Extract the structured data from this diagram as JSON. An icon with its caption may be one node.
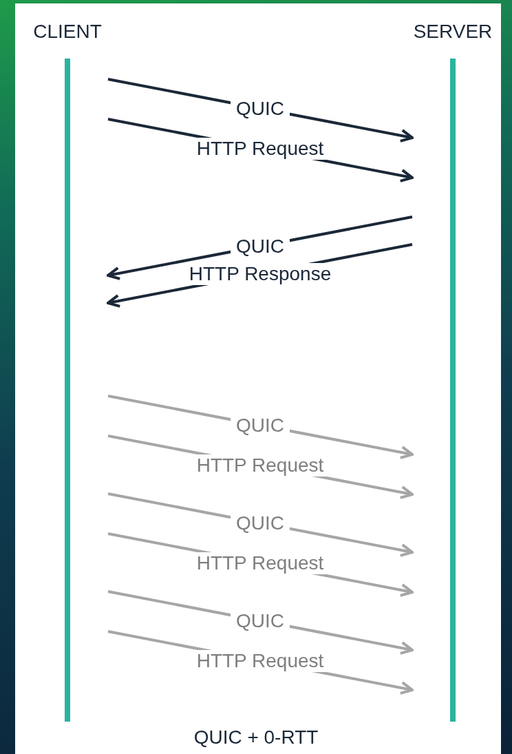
{
  "diagram": {
    "caption": "QUIC + 0-RTT",
    "nodes": [
      {
        "text": [
          "CLIENT"
        ]
      },
      {
        "text": [
          "SERVER"
        ]
      }
    ],
    "edges": [
      {
        "from": 0,
        "to": 1,
        "arrow": "to",
        "label": "QUIC",
        "color": "#1b2838"
      },
      {
        "from": 0,
        "to": 1,
        "arrow": "to",
        "label": "HTTP Request",
        "color": "#1b2838"
      },
      {
        "from": 1,
        "to": 0,
        "arrow": "to",
        "label": "QUIC",
        "color": "#1b2838"
      },
      {
        "from": 1,
        "to": 0,
        "arrow": "to",
        "label": "HTTP Response",
        "color": "#1b2838"
      },
      {
        "from": 0,
        "to": 1,
        "arrow": "to",
        "label": "QUIC"
      },
      {
        "from": 0,
        "to": 1,
        "arrow": "to",
        "label": "HTTP Request"
      },
      {
        "from": 0,
        "to": 1,
        "arrow": "to",
        "label": "QUIC"
      },
      {
        "from": 0,
        "to": 1,
        "arrow": "to",
        "label": "HTTP Request"
      },
      {
        "from": 0,
        "to": 1,
        "arrow": "to",
        "label": "QUIC"
      },
      {
        "from": 0,
        "to": 1,
        "arrow": "to",
        "label": "HTTP Request"
      }
    ]
  }
}
